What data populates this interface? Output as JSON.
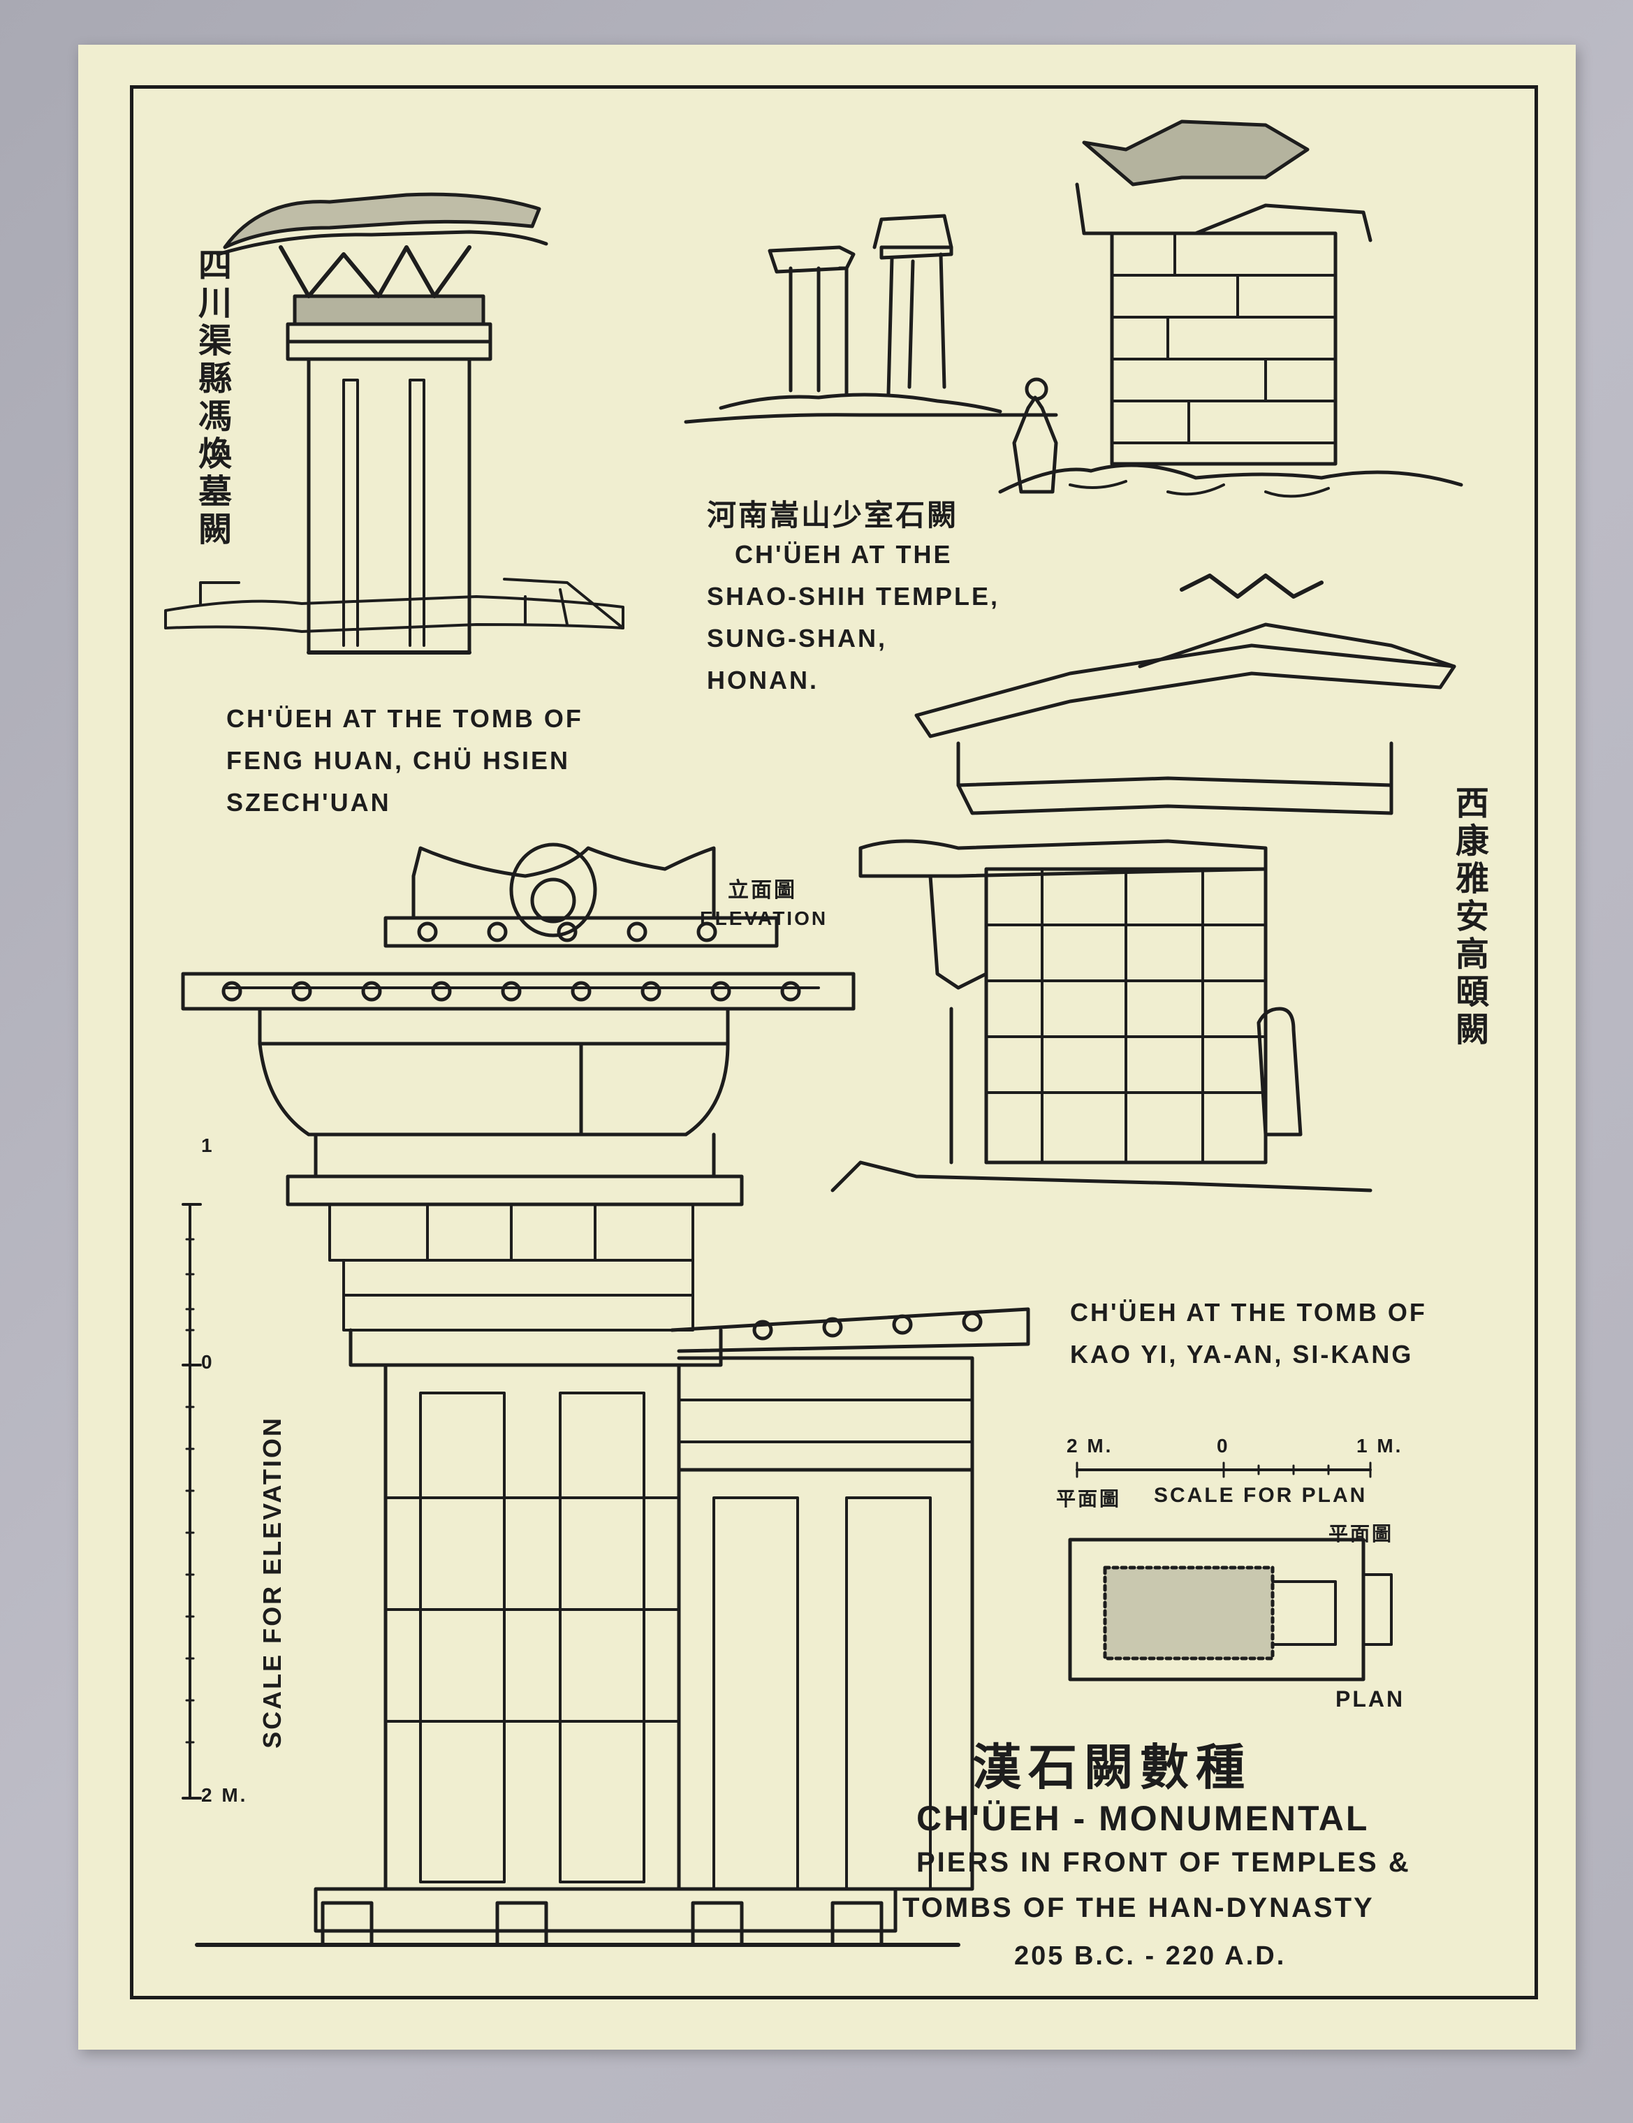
{
  "feng_huan": {
    "chinese_label": "四川渠縣馮煥墓闕",
    "line1": "CH'ÜEH AT THE TOMB OF",
    "line2": "FENG HUAN, CHÜ HSIEN",
    "line3": "SZECH'UAN"
  },
  "shao_shih": {
    "chinese_label": "河南嵩山少室石闕",
    "line1": "CH'ÜEH AT THE",
    "line2": "SHAO-SHIH TEMPLE,",
    "line3": "SUNG-SHAN,",
    "line4": "HONAN."
  },
  "kao_yi": {
    "chinese_label": "西康雅安高頤闕",
    "line1": "CH'ÜEH AT THE TOMB OF",
    "line2": "KAO YI, YA-AN, SI-KANG"
  },
  "elevation_label": {
    "chinese": "立面圖",
    "english": "ELEVATION"
  },
  "scale_elevation": {
    "label": "SCALE FOR ELEVATION",
    "top_tick": "1",
    "mid_tick": "0",
    "bottom_tick": "2 M."
  },
  "scale_plan": {
    "left": "2 M.",
    "middle": "0",
    "right": "1 M.",
    "chinese": "平面圖",
    "label": "SCALE FOR PLAN"
  },
  "plan": {
    "chinese": "平面圖",
    "label": "PLAN"
  },
  "title": {
    "chinese": "漢石闕數種",
    "line1": "CH'ÜEH - MONUMENTAL",
    "line2": "PIERS IN FRONT OF TEMPLES &",
    "line3": "TOMBS OF THE HAN-DYNASTY",
    "line4": "205 B.C. - 220 A.D."
  }
}
